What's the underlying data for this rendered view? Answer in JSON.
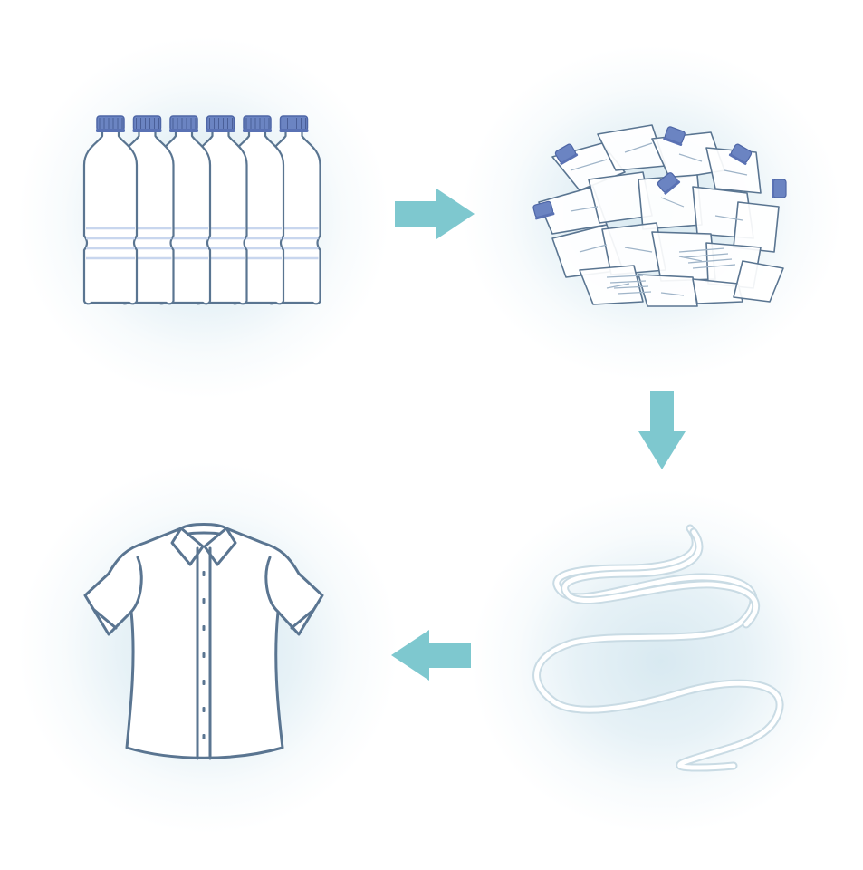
{
  "diagram": {
    "type": "process-cycle",
    "steps": [
      {
        "id": "bottles",
        "icon": "plastic-bottles-icon",
        "count": 6
      },
      {
        "id": "crushed",
        "icon": "crushed-bottles-icon"
      },
      {
        "id": "fibers",
        "icon": "fiber-strands-icon"
      },
      {
        "id": "shirt",
        "icon": "shirt-icon"
      }
    ],
    "arrows": [
      {
        "from": "bottles",
        "to": "crushed",
        "direction": "right"
      },
      {
        "from": "crushed",
        "to": "fibers",
        "direction": "down"
      },
      {
        "from": "fibers",
        "to": "shirt",
        "direction": "left"
      }
    ]
  },
  "colors": {
    "arrow": "#7ec8cf",
    "outline": "#5a7591",
    "cap": "#6b84c2",
    "bottle_fill": "#ffffff",
    "glow": "#dbe9f0",
    "fiber": "#ffffff"
  }
}
